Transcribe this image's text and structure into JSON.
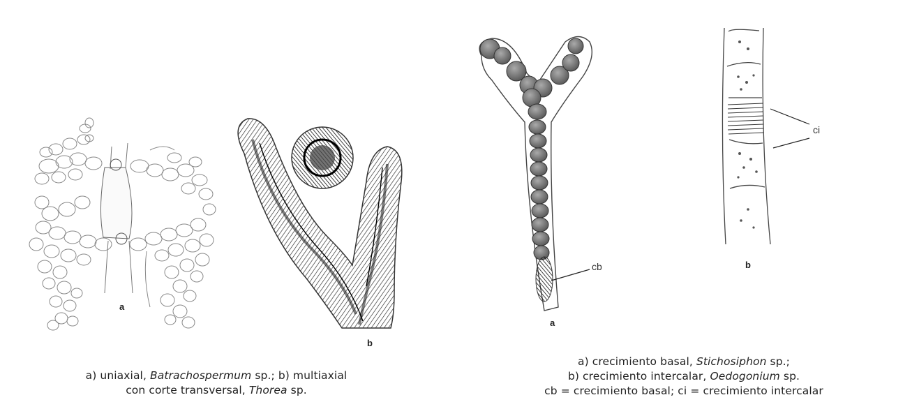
{
  "left_figure": {
    "label_a": "a",
    "label_b": "b",
    "caption": {
      "l1_a": "a) uniaxial, ",
      "l1_sp1": "Batrachospermum",
      "l1_b": " sp.; b) multiaxial",
      "l2_a": "con corte transversal, ",
      "l2_sp2": "Thorea",
      "l2_b": " sp."
    }
  },
  "right_figure": {
    "label_a": "a",
    "label_b": "b",
    "annot_cb": "cb",
    "annot_ci": "ci",
    "caption": {
      "l1_a": "a) crecimiento basal, ",
      "l1_sp1": "Stichosiphon",
      "l1_b": " sp.;",
      "l2_a": "b) crecimiento intercalar, ",
      "l2_sp2": "Oedogonium",
      "l2_b": " sp.",
      "l3": "cb = crecimiento basal; ci = crecimiento intercalar"
    }
  }
}
